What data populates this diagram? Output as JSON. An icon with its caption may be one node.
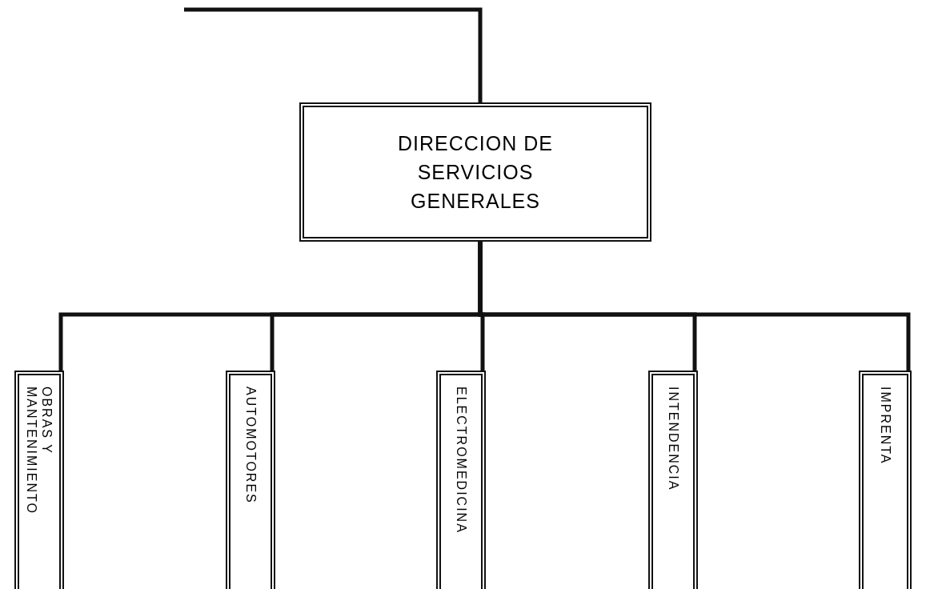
{
  "diagram": {
    "nodes": [
      {
        "text": [
          "DIRECCION DE SERVICIOS GENERALES"
        ]
      },
      {
        "text": [
          "OBRAS Y MANTENIMIENTO"
        ]
      },
      {
        "text": [
          "AUTOMOTORES"
        ]
      },
      {
        "text": [
          "ELECTROMEDICINA"
        ]
      },
      {
        "text": [
          "INTENDENCIA"
        ]
      },
      {
        "text": [
          "IMPRENTA"
        ]
      }
    ],
    "edges": [
      {
        "from": null,
        "to": 0,
        "arrow": "none"
      },
      {
        "from": 0,
        "to": 1,
        "arrow": "none"
      },
      {
        "from": 0,
        "to": 2,
        "arrow": "none"
      },
      {
        "from": 0,
        "to": 3,
        "arrow": "none"
      },
      {
        "from": 0,
        "to": 4,
        "arrow": "none"
      },
      {
        "from": 0,
        "to": 5,
        "arrow": "none"
      }
    ]
  }
}
